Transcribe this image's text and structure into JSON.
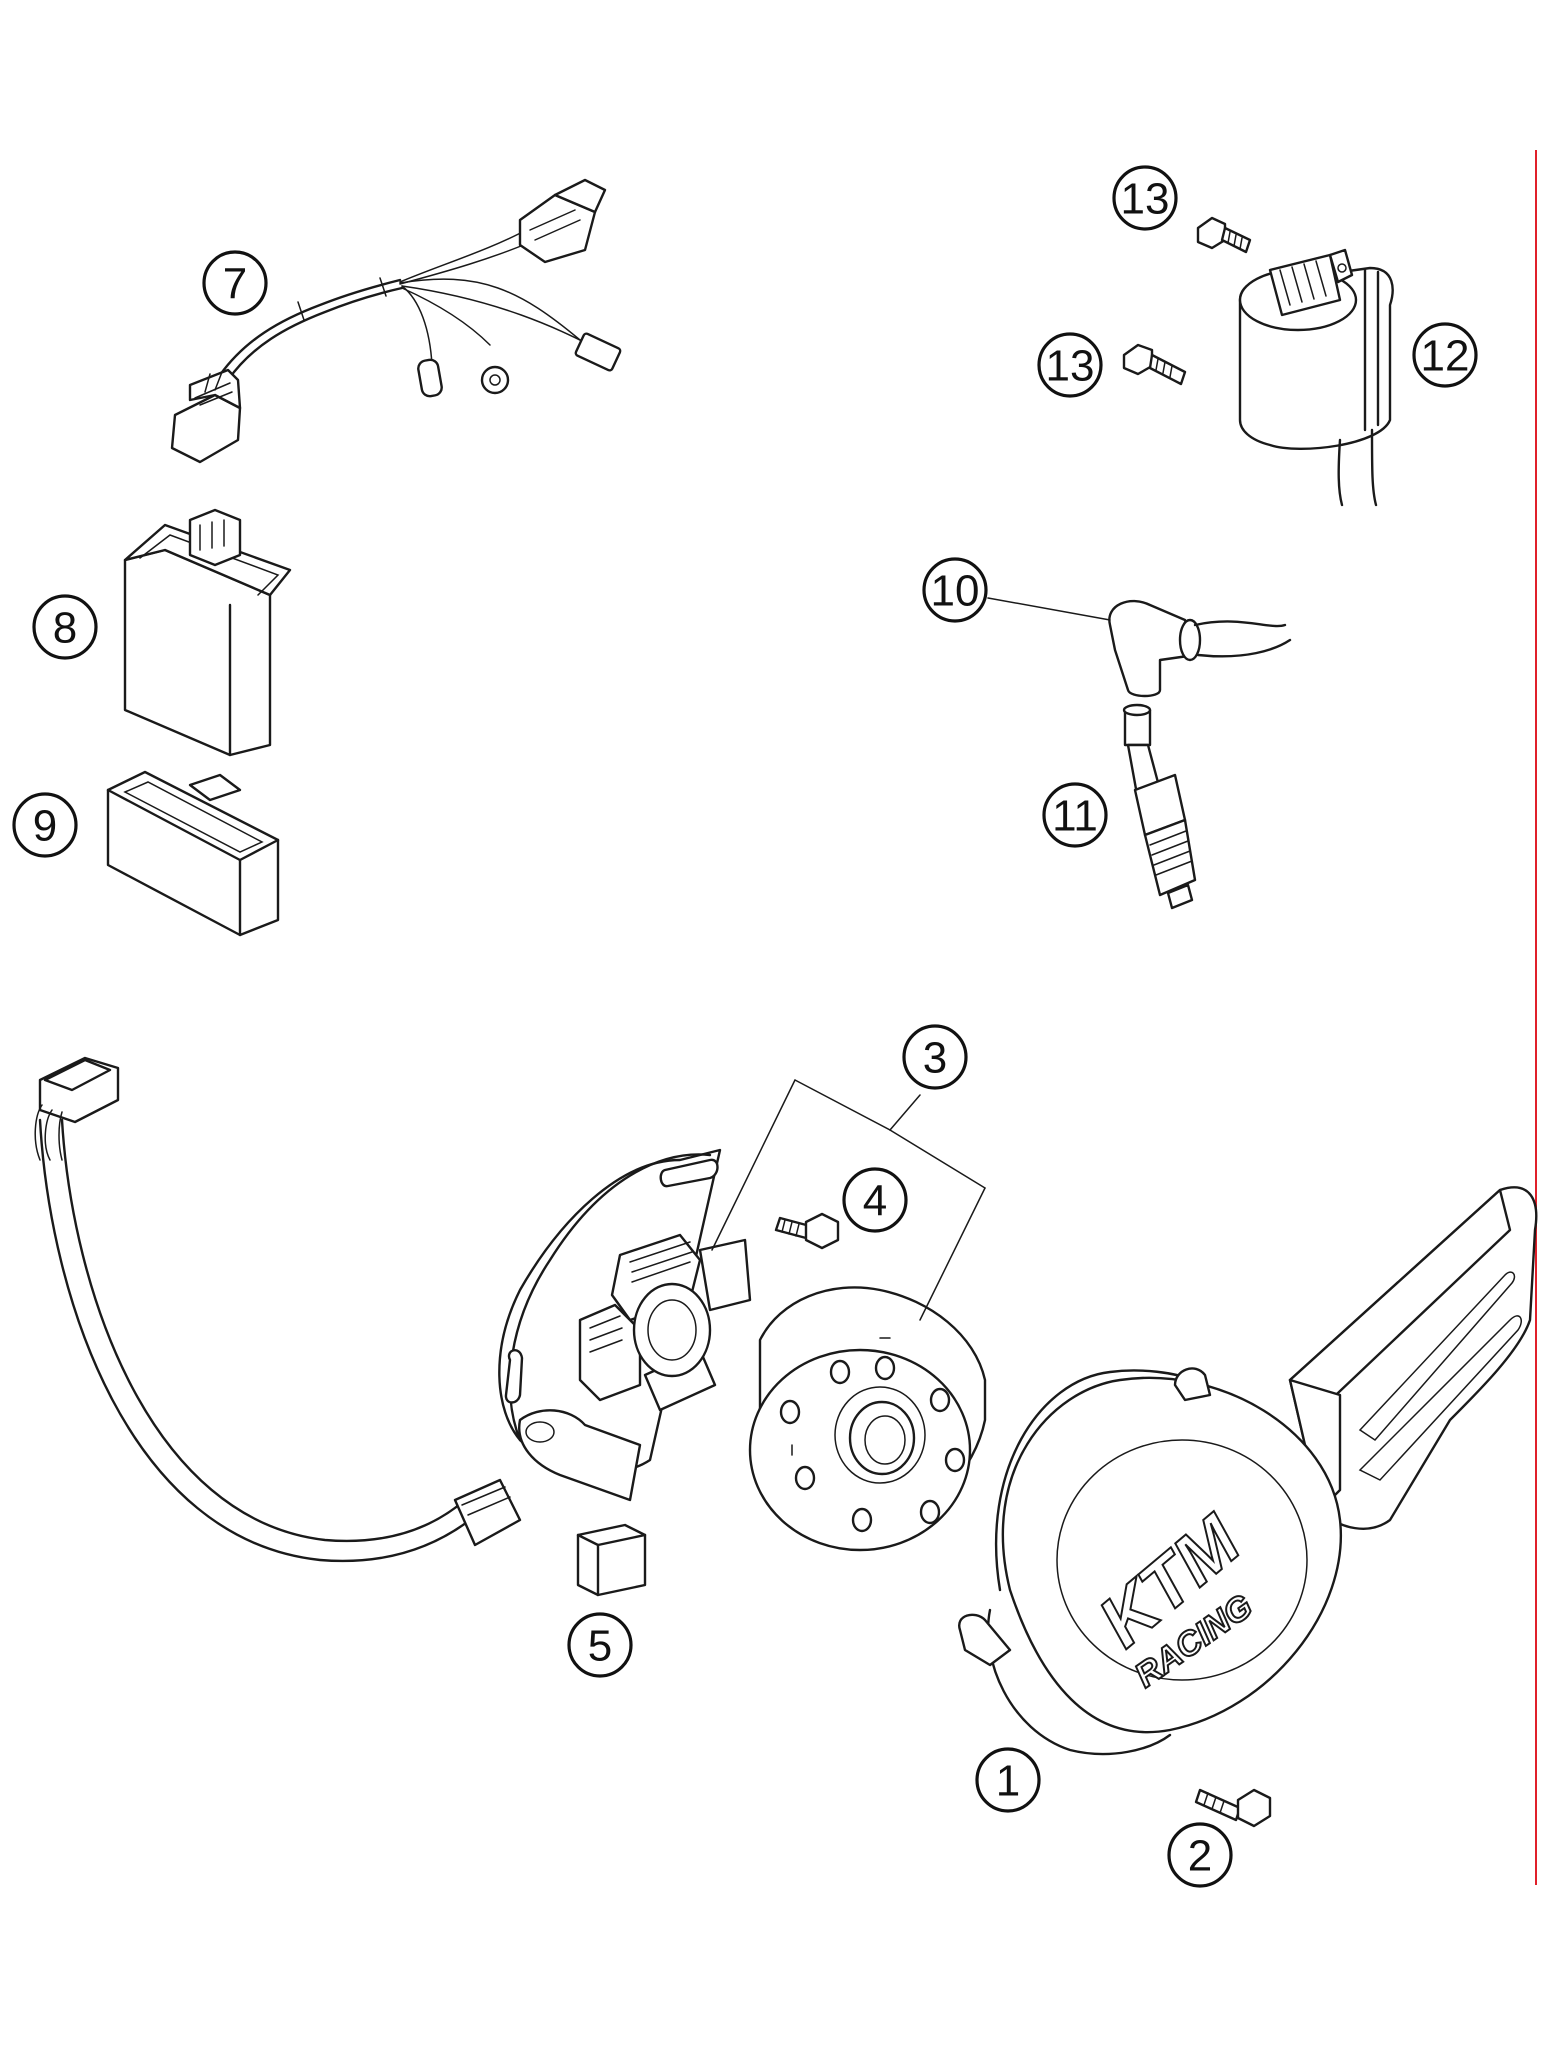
{
  "diagram": {
    "callouts": [
      {
        "id": "c1",
        "number": "1"
      },
      {
        "id": "c2",
        "number": "2"
      },
      {
        "id": "c3",
        "number": "3"
      },
      {
        "id": "c4",
        "number": "4"
      },
      {
        "id": "c5",
        "number": "5"
      },
      {
        "id": "c7",
        "number": "7"
      },
      {
        "id": "c8",
        "number": "8"
      },
      {
        "id": "c9",
        "number": "9"
      },
      {
        "id": "c10",
        "number": "10"
      },
      {
        "id": "c11",
        "number": "11"
      },
      {
        "id": "c12",
        "number": "12"
      },
      {
        "id": "c13a",
        "number": "13"
      },
      {
        "id": "c13b",
        "number": "13"
      }
    ],
    "logo_text": "KTM",
    "logo_subtext": "RACING",
    "margin_line_color": "#e0202a"
  }
}
